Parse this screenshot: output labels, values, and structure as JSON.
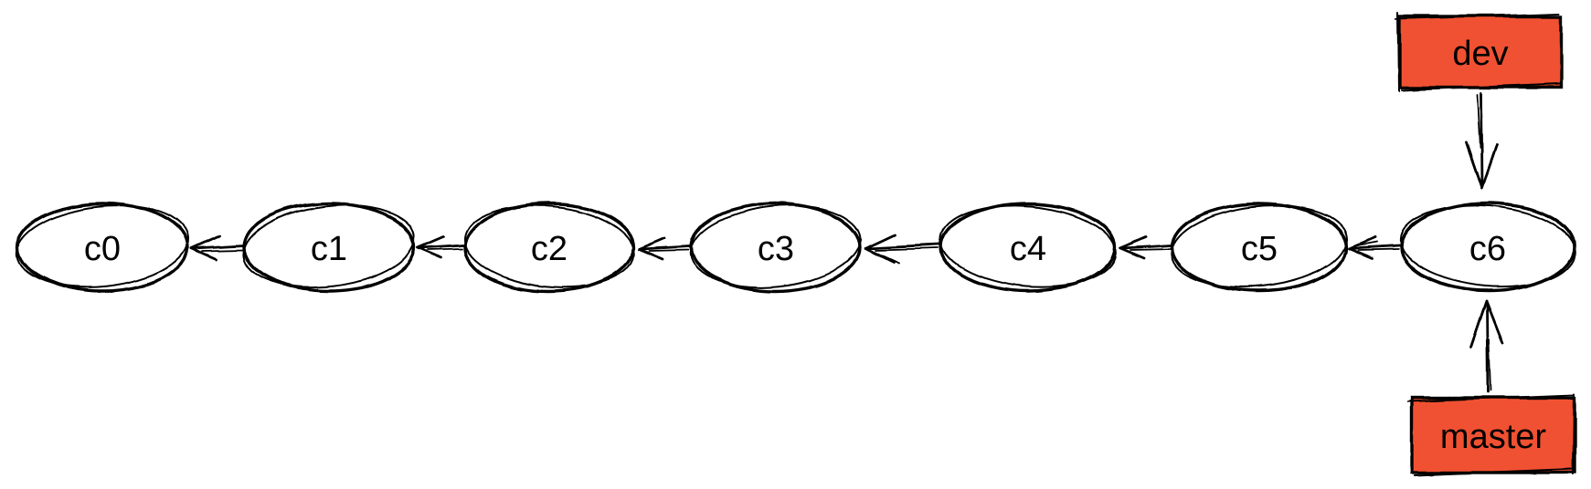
{
  "diagram": {
    "type": "git-commit-graph",
    "background_color": "#ffffff",
    "stroke_color": "#000000",
    "branch_box_color": "#f05133",
    "branch_text_color": "#000000",
    "nodes": [
      {
        "label": "c0"
      },
      {
        "label": "c1"
      },
      {
        "label": "c2"
      },
      {
        "label": "c3"
      },
      {
        "label": "c4"
      },
      {
        "label": "c5"
      },
      {
        "label": "c6"
      }
    ],
    "edges": [
      {
        "from": "c1",
        "to": "c0"
      },
      {
        "from": "c2",
        "to": "c1"
      },
      {
        "from": "c3",
        "to": "c2"
      },
      {
        "from": "c4",
        "to": "c3"
      },
      {
        "from": "c5",
        "to": "c4"
      },
      {
        "from": "c6",
        "to": "c5"
      }
    ],
    "branches": [
      {
        "label": "dev",
        "points_to": "c6",
        "position": "top-right"
      },
      {
        "label": "master",
        "points_to": "c6",
        "position": "bottom-right"
      }
    ]
  }
}
